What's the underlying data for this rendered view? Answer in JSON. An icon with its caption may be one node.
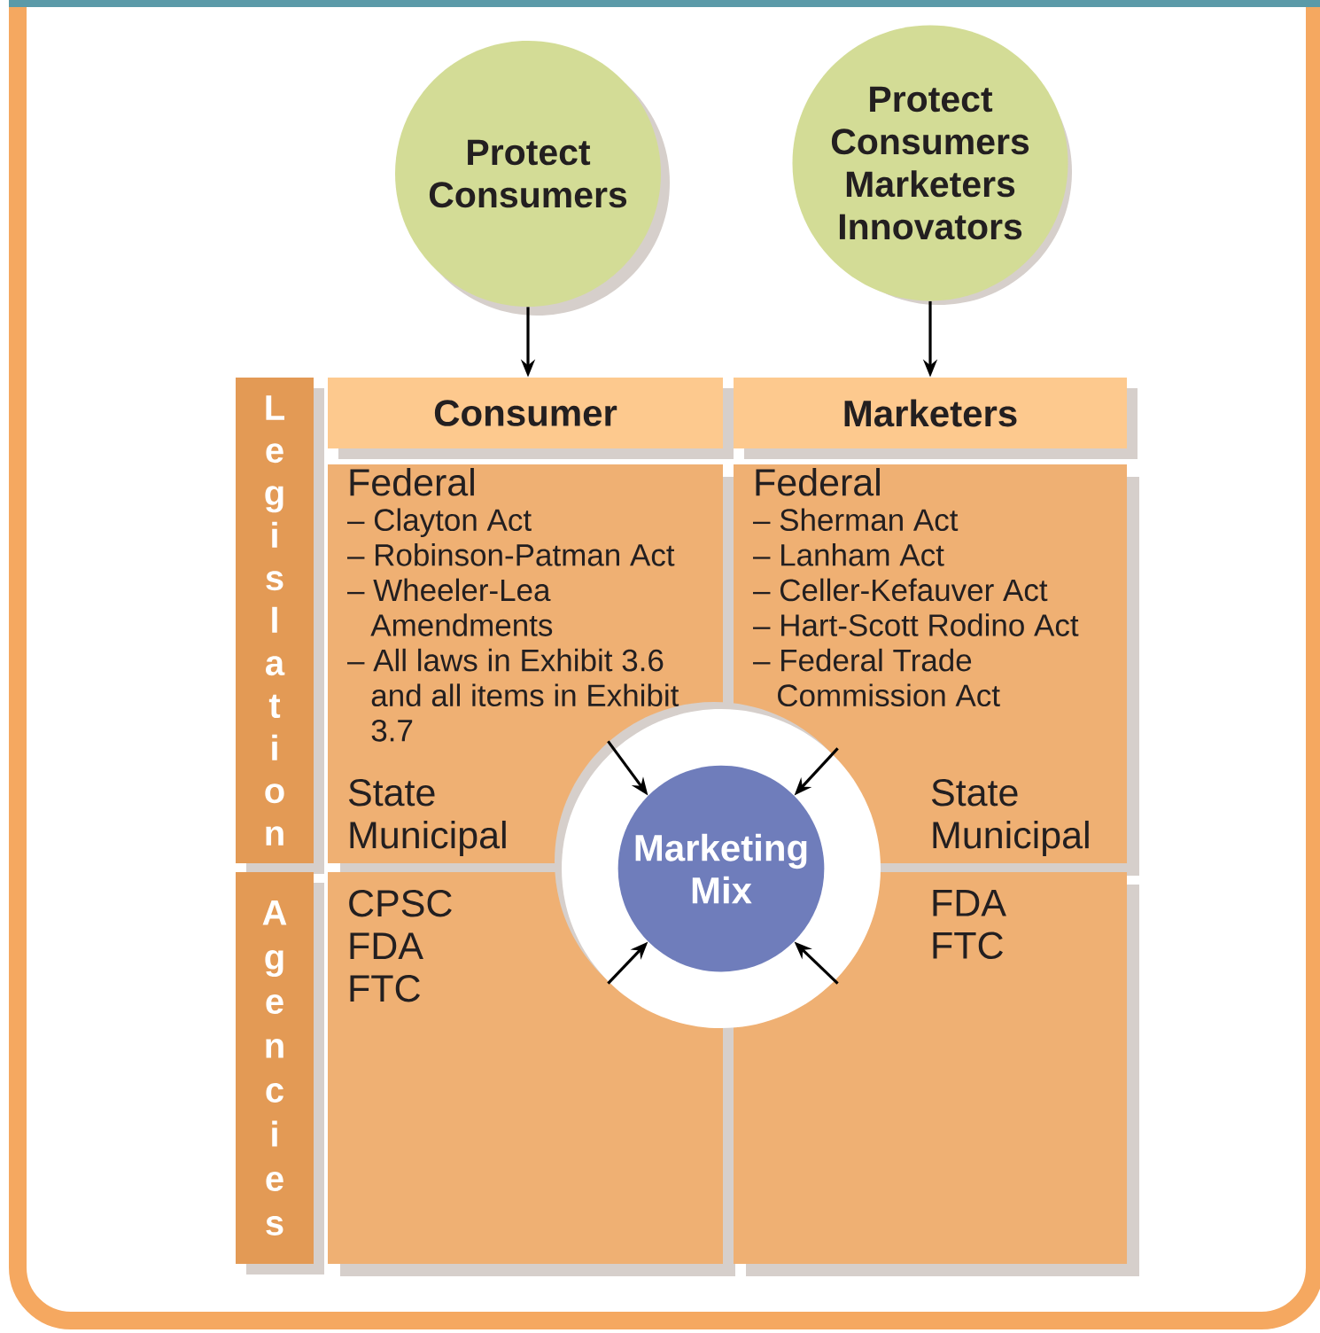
{
  "diagram": {
    "nodes": [
      {
        "text": [
          "Protect Consumers"
        ]
      },
      {
        "text": [
          "Protect Consumers Marketers Innovators"
        ]
      },
      {
        "text": [
          "Consumer"
        ]
      },
      {
        "text": [
          "Marketers"
        ]
      },
      {
        "text": [
          "Legislation"
        ]
      },
      {
        "text": [
          "Federal",
          "– Clayton Act",
          "– Robinson-Patman Act",
          "– Wheeler-Lea Amendments",
          "– All laws in Exhibit 3.6 and all items in Exhibit 3.7",
          "State",
          "Municipal"
        ]
      },
      {
        "text": [
          "Federal",
          "– Sherman Act",
          "– Lanham Act",
          "– Celler-Kefauver Act",
          "– Hart-Scott Rodino Act",
          "– Federal Trade Commission Act",
          "State",
          "Municipal"
        ]
      },
      {
        "text": [
          "Marketing Mix"
        ]
      },
      {
        "text": [
          "Agencies"
        ]
      },
      {
        "text": [
          "CPSC",
          "FDA",
          "FTC"
        ]
      },
      {
        "text": [
          "FDA",
          "FTC"
        ]
      }
    ],
    "edges": [
      {
        "from": 0,
        "to": 2,
        "arrow": "to"
      },
      {
        "from": 1,
        "to": 3,
        "arrow": "to"
      },
      {
        "from": 5,
        "to": 7,
        "arrow": "to"
      },
      {
        "from": 6,
        "to": 7,
        "arrow": "to"
      },
      {
        "from": 9,
        "to": 7,
        "arrow": "to"
      },
      {
        "from": 10,
        "to": 7,
        "arrow": "to"
      }
    ]
  }
}
